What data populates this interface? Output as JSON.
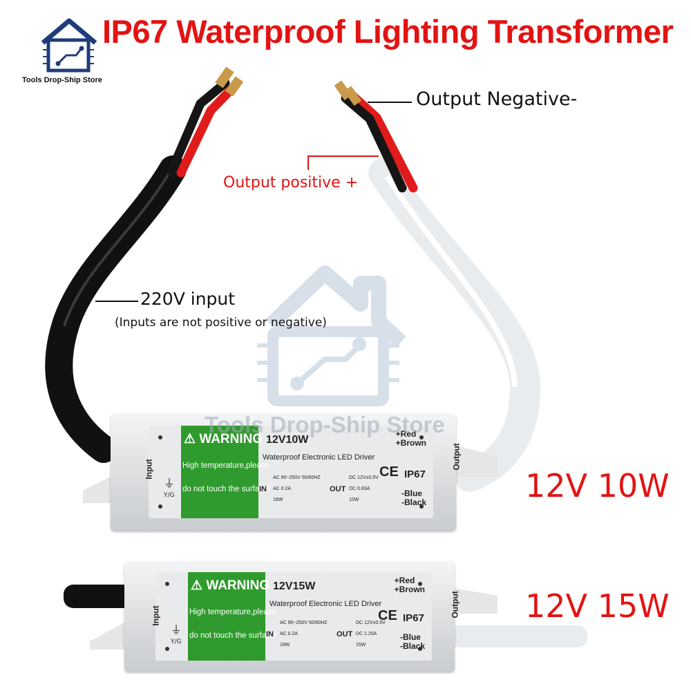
{
  "title": "IP67 Waterproof Lighting Transformer",
  "store": {
    "name": "Tools Drop-Ship Store",
    "logo_icon": "house-circuit-icon"
  },
  "watermark": "Tools Drop-Ship Store",
  "labels": {
    "output_negative": "Output Negative-",
    "output_positive": "Output positive +",
    "input": "220V input",
    "input_note": "(Inputs are not positive or negative)"
  },
  "models": [
    {
      "label": "12V 10W"
    },
    {
      "label": "12V 15W"
    }
  ],
  "drivers": [
    {
      "warning_title": "WARNING",
      "warning_line1": "High temperature,please",
      "warning_line2": "do not touch the surface!",
      "input_side": "Input",
      "yg": "Y/G",
      "rating": "12V10W",
      "subtitle": "Waterproof Electronic LED Driver",
      "in_label": "IN",
      "out_label": "OUT",
      "in_v": "AC 90~250V 50/60HZ",
      "in_i": "AC 0.2A",
      "in_p": "18W",
      "out_v": "DC 12V±0.5V",
      "out_i": "DC 0.83A",
      "out_p": "10W",
      "ce": "CE",
      "ip": "IP67",
      "wire_pos": "+Red\n+Brown",
      "wire_neg": "-Blue\n-Black",
      "output_side": "Output"
    },
    {
      "warning_title": "WARNING",
      "warning_line1": "High temperature,please",
      "warning_line2": "do not touch the surface!",
      "input_side": "Input",
      "yg": "Y/G",
      "rating": "12V15W",
      "subtitle": "Waterproof Electronic LED Driver",
      "in_label": "IN",
      "out_label": "OUT",
      "in_v": "AC 90~250V 50/60HZ",
      "in_i": "AC 0.2A",
      "in_p": "18W",
      "out_v": "DC 12V±0.5V",
      "out_i": "DC 1.25A",
      "out_p": "15W",
      "ce": "CE",
      "ip": "IP67",
      "wire_pos": "+Red\n+Brown",
      "wire_neg": "-Blue\n-Black",
      "output_side": "Output"
    }
  ],
  "colors": {
    "accent_red": "#e31313",
    "warning_green": "#2f9a2d",
    "logo_blue": "#1f3c7a"
  }
}
